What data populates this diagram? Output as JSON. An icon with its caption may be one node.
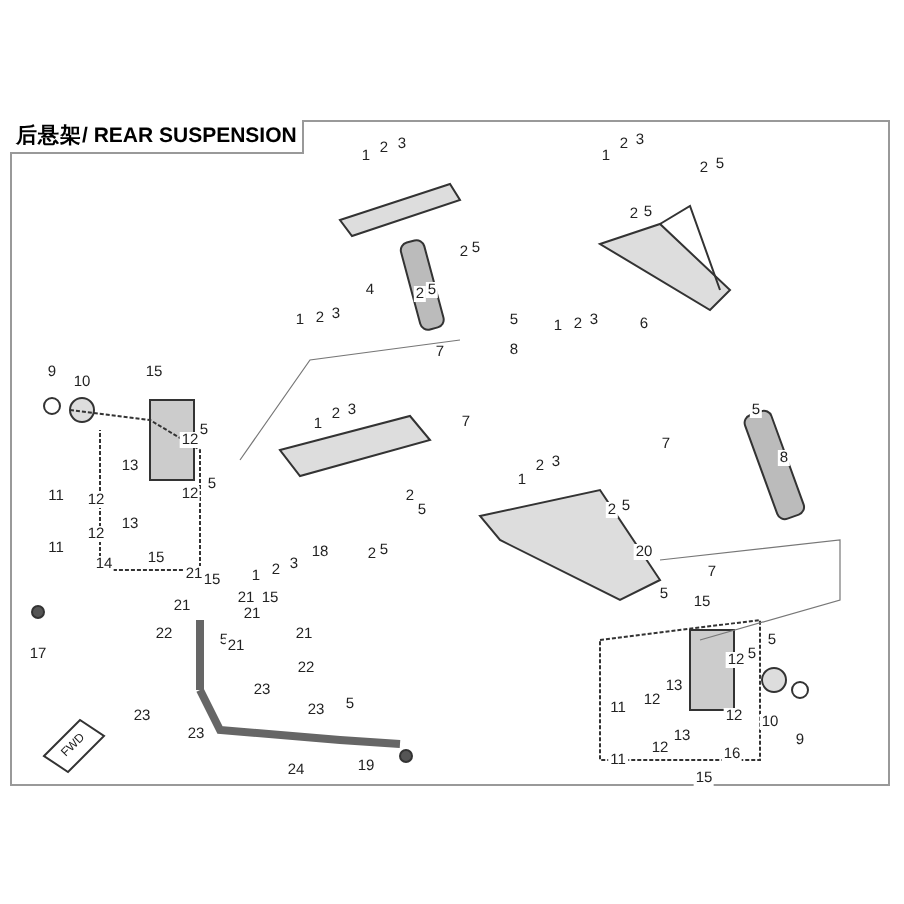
{
  "diagram": {
    "title": "后悬架/ REAR SUSPENSION",
    "labels": [
      "1",
      "2",
      "3",
      "1",
      "2",
      "3",
      "2",
      "5",
      "2",
      "5",
      "4",
      "2",
      "5",
      "1",
      "2",
      "3",
      "2",
      "5",
      "1",
      "2",
      "3",
      "6",
      "5",
      "7",
      "8",
      "9",
      "10",
      "15",
      "7",
      "1",
      "2",
      "3",
      "5",
      "5",
      "12",
      "13",
      "8",
      "5",
      "11",
      "12",
      "1",
      "2",
      "3",
      "7",
      "12",
      "13",
      "2",
      "5",
      "2",
      "5",
      "20",
      "11",
      "12",
      "18",
      "2",
      "5",
      "1",
      "2",
      "3",
      "14",
      "15",
      "7",
      "15",
      "21",
      "5",
      "21",
      "15",
      "21",
      "21",
      "22",
      "5",
      "21",
      "21",
      "17",
      "15",
      "5",
      "22",
      "12",
      "5",
      "23",
      "23",
      "5",
      "11",
      "12",
      "13",
      "12",
      "23",
      "10",
      "23",
      "9",
      "13",
      "11",
      "12",
      "16",
      "FWD",
      "19",
      "24",
      "15"
    ]
  }
}
